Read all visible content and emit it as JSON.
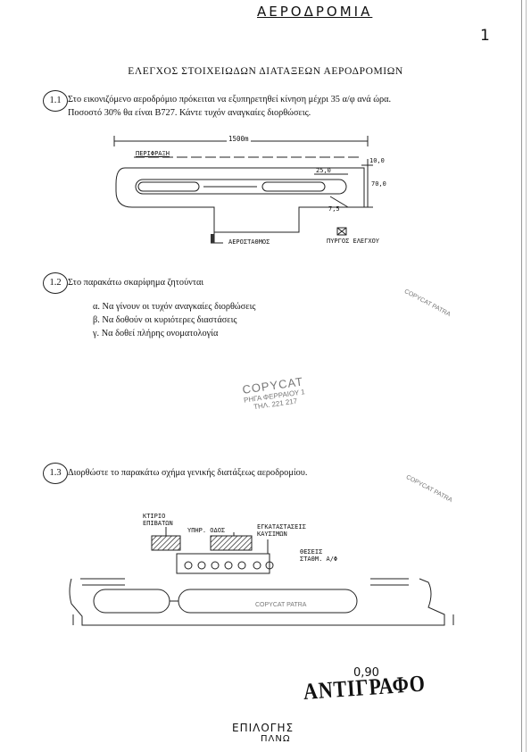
{
  "header": {
    "handwritten_title": "ΑΕΡΟΔΡΟΜΙΑ",
    "page_number": "1",
    "title": "ΕΛΕΓΧΟΣ ΣΤΟΙΧΕΙΩΔΩΝ ΔΙΑΤΑΞΕΩΝ ΑΕΡΟΔΡΟΜΙΩΝ"
  },
  "q1": {
    "number": "1.1",
    "line1": "Στο εικονιζόμενο αεροδρόμιο πρόκειται να εξυπηρετηθεί κίνηση μέχρι 35 α/φ ανά ώρα.",
    "line2": "Ποσοστό 30% θα είναι Β727. Κάντε τυχόν αναγκαίες διορθώσεις.",
    "diagram": {
      "length_label": "1500m",
      "perimeter_label": "ΠΕΡΙΦΡΑΞΗ",
      "dim_top": "10,0",
      "dim_mid": "25,0",
      "dim_right": "70,0",
      "dim_low": "7,5",
      "terminal_label": "ΑΕΡΟΣΤΑΘΜΟΣ",
      "tower_label": "ΠΥΡΓΟΣ ΕΛΕΓΧΟΥ"
    }
  },
  "q2": {
    "number": "1.2",
    "intro": "Στο παρακάτω σκαρίφημα ζητούνται",
    "items": [
      "α.  Να γίνουν οι τυχόν αναγκαίες διορθώσεις",
      "β.  Να δοθούν οι κυριότερες διαστάσεις",
      "γ.  Να δοθεί πλήρης ονοματολογία"
    ]
  },
  "stamps": {
    "small": "COPYCAT PATRA",
    "big_line1": "COPYCAT",
    "big_line2": "ΡΗΓΑ ΦΕΡΡΑΙΟΥ 1",
    "big_line3": "ΤΗΛ. 221 217"
  },
  "q3": {
    "number": "1.3",
    "text": "Διορθώστε το παρακάτω σχήμα γενικής διατάξεως αεροδρομίου.",
    "diagram": {
      "building_label1": "ΚΤΙΡΙΟ",
      "building_label2": "ΕΠΙΒΑΤΩΝ",
      "road_label": "ΥΠΗΡ. ΟΔΟΣ",
      "facilities_label1": "ΕΓΚΑΤΑΣΤΑΣΕΙΣ",
      "facilities_label2": "ΚΑΥΣΙΜΩΝ",
      "stands_label1": "ΘΕΣΕΙΣ",
      "stands_label2": "ΣΤΑΘΜ. Α/Φ"
    }
  },
  "footer": {
    "handwritten_number": "0,90",
    "copy_stamp": "ΑΝΤΙΓΡΑΦΟ",
    "handwritten_line1": "ΕΠΙΛΟΓΗΣ",
    "handwritten_line2": "ΠΛΝΩ"
  }
}
